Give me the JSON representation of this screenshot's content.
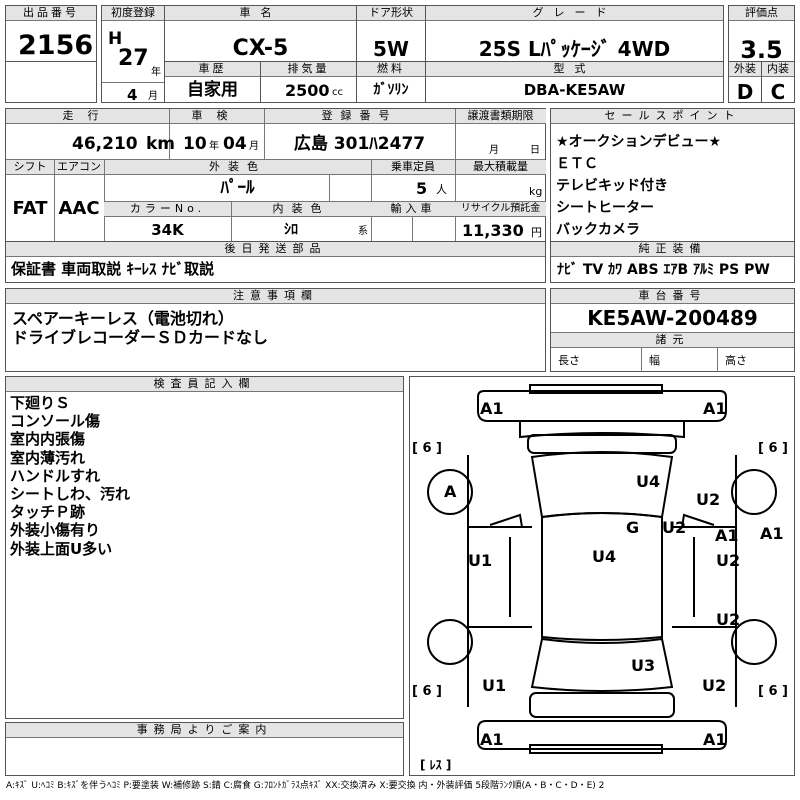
{
  "header": {
    "lot_no_label": "出品番号",
    "lot_no": "2156",
    "first_reg_label": "初度登録",
    "era": "H",
    "year": "27",
    "year_unit": "年",
    "month": "4",
    "month_unit": "月",
    "model_label": "車名",
    "model": "CX-5",
    "door_label": "ドア形状",
    "door": "5W",
    "grade_label": "グレード",
    "grade": "25S Lﾊﾟｯｹｰｼﾞ 4WD",
    "score_label": "評価点",
    "score": "3.5",
    "history_label": "車歴",
    "history": "自家用",
    "displacement_label": "排気量",
    "displacement": "2500",
    "displacement_unit": "cc",
    "fuel_label": "燃料",
    "fuel": "ｶﾞｿﾘﾝ",
    "type_label": "型式",
    "type": "DBA-KE5AW",
    "ext_label": "外装",
    "ext": "D",
    "int_label": "内装",
    "int": "C"
  },
  "row2": {
    "mileage_label": "走行",
    "mileage": "46,210",
    "mileage_unit": "km",
    "inspection_label": "車検",
    "insp_year": "10",
    "insp_year_unit": "年",
    "insp_month": "04",
    "insp_month_unit": "月",
    "reg_no_label": "登録番号",
    "reg_no": "広島 301ﾊ2477",
    "transfer_label": "譲渡書類期限",
    "transfer_month": "月",
    "transfer_day": "日",
    "shift_label": "シフト",
    "shift": "FAT",
    "ac_label": "エアコン",
    "ac": "AAC",
    "ext_color_label": "外装色",
    "ext_color": "ﾊﾟｰﾙ",
    "capacity_label": "乗車定員",
    "capacity": "5",
    "capacity_unit": "人",
    "load_label": "最大積載量",
    "load_unit": "kg",
    "color_no_label": "カラーNo.",
    "color_no": "34K",
    "int_color_label": "内装色",
    "int_color": "ｼﾛ",
    "int_color_unit": "系",
    "import_label": "輸入車",
    "recycle_label": "リサイクル預託金",
    "recycle": "11,330",
    "recycle_unit": "円"
  },
  "sales_points": {
    "label": "セールスポイント",
    "items": [
      "★オークションデビュー★",
      "ＥＴＣ",
      "テレビキッド付き",
      "シートヒーター",
      "バックカメラ"
    ]
  },
  "accessories": {
    "label": "後日発送部品",
    "value": "保証書 車両取説 ｷｰﾚｽ ﾅﾋﾞ取説"
  },
  "equipment": {
    "label": "純正装備",
    "items": [
      "ﾅﾋﾞ",
      "TV",
      "ｶﾜ",
      "ABS",
      "ｴｱB",
      "ｱﾙﾐ",
      "PS",
      "PW"
    ]
  },
  "notes": {
    "label": "注意事項欄",
    "lines": [
      "スペアーキーレス（電池切れ）",
      "ドライブレコーダーＳＤカードなし"
    ]
  },
  "chassis": {
    "label": "車台番号",
    "value": "KE5AW-200489",
    "dims_label": "諸元",
    "length_label": "長さ",
    "width_label": "幅",
    "height_label": "高さ"
  },
  "inspector": {
    "label": "検査員記入欄",
    "lines": [
      "下廻りＳ",
      "コンソール傷",
      "室内内張傷",
      "室内薄汚れ",
      "ハンドルすれ",
      "シートしわ、汚れ",
      "タッチＰ跡",
      "外装小傷有り",
      "外装上面U多い"
    ]
  },
  "office": {
    "label": "事務局よりご案内"
  },
  "diagram": {
    "marks": [
      "A1",
      "A1",
      "A",
      "U4",
      "U2",
      "G",
      "U2",
      "A1",
      "A1",
      "U1",
      "U4",
      "U2",
      "U2",
      "U3",
      "U1",
      "U2",
      "A1",
      "A1"
    ],
    "tire_left_top": "[ 6 ]",
    "tire_right_top": "[ 6 ]",
    "tire_left_bottom": "[ 6 ]",
    "tire_right_bottom": "[ 6 ]",
    "spare": "[ ﾚｽ ]"
  },
  "legend": "A:ｷｽﾞ U:ﾍｺﾐ B:ｷｽﾞを伴うﾍｺﾐ P:要塗装 W:補修跡 S:錆 C:腐食 G:ﾌﾛﾝﾄｶﾞﾗｽ点ｷｽﾞ XX:交換済み X:要交換 内・外装評価 5段階ﾗﾝｸ順(A・B・C・D・E) 2"
}
